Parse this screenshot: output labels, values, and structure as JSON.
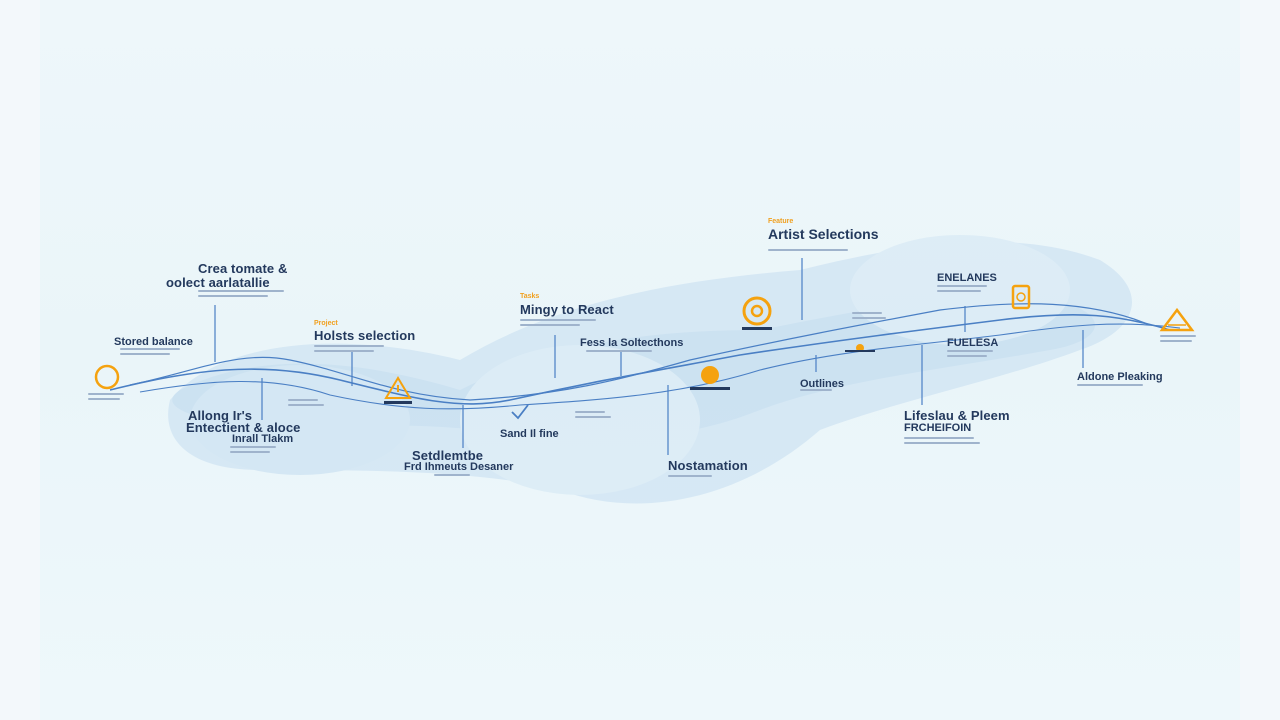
{
  "nodes": {
    "artist_selections": {
      "tag": "Feature",
      "title": "Artist Selections"
    },
    "create_tomate": {
      "title_line1": "Crea tomate &",
      "title_line2": "oolect aarlatallie"
    },
    "stored_balance": {
      "title": "Stored balance"
    },
    "holsts_selection": {
      "tag": "Project",
      "title": "Holsts selection"
    },
    "mingly_to_react": {
      "tag": "Tasks",
      "title": "Mingy to React"
    },
    "feas_collections": {
      "title": "Fess la Soltecthons"
    },
    "engines": {
      "title": "ENELANES"
    },
    "fueleas": {
      "title": "FUELESA"
    },
    "airline_pleasing": {
      "title": "Aldone Pleaking"
    },
    "along_hr": {
      "title_line1": "Allong Ir's",
      "title_line2": "Entectient & aloce",
      "sub": "Inrall Tlakm"
    },
    "settlements": {
      "title": "Setdlemtbe",
      "sub": "Frd Ihmeuts Desaner"
    },
    "sample_dune": {
      "title": "Sand Il fine"
    },
    "notamation": {
      "title": "Nostamation"
    },
    "outlines": {
      "title": "Outlines"
    },
    "lifestyle_pleem": {
      "title_line1": "Lifeslau & Pleem",
      "title_line2": "FRCHEIFOIN"
    }
  },
  "colors": {
    "accent": "#f5a20f",
    "line": "#4a7fc4",
    "text": "#23395d",
    "band": "#b9d6ee"
  },
  "icons": [
    "circle-start-icon",
    "warning-triangle-icon",
    "check-icon",
    "target-icon",
    "sun-icon",
    "flag-icon",
    "document-icon",
    "warning-triangle-end-icon"
  ]
}
